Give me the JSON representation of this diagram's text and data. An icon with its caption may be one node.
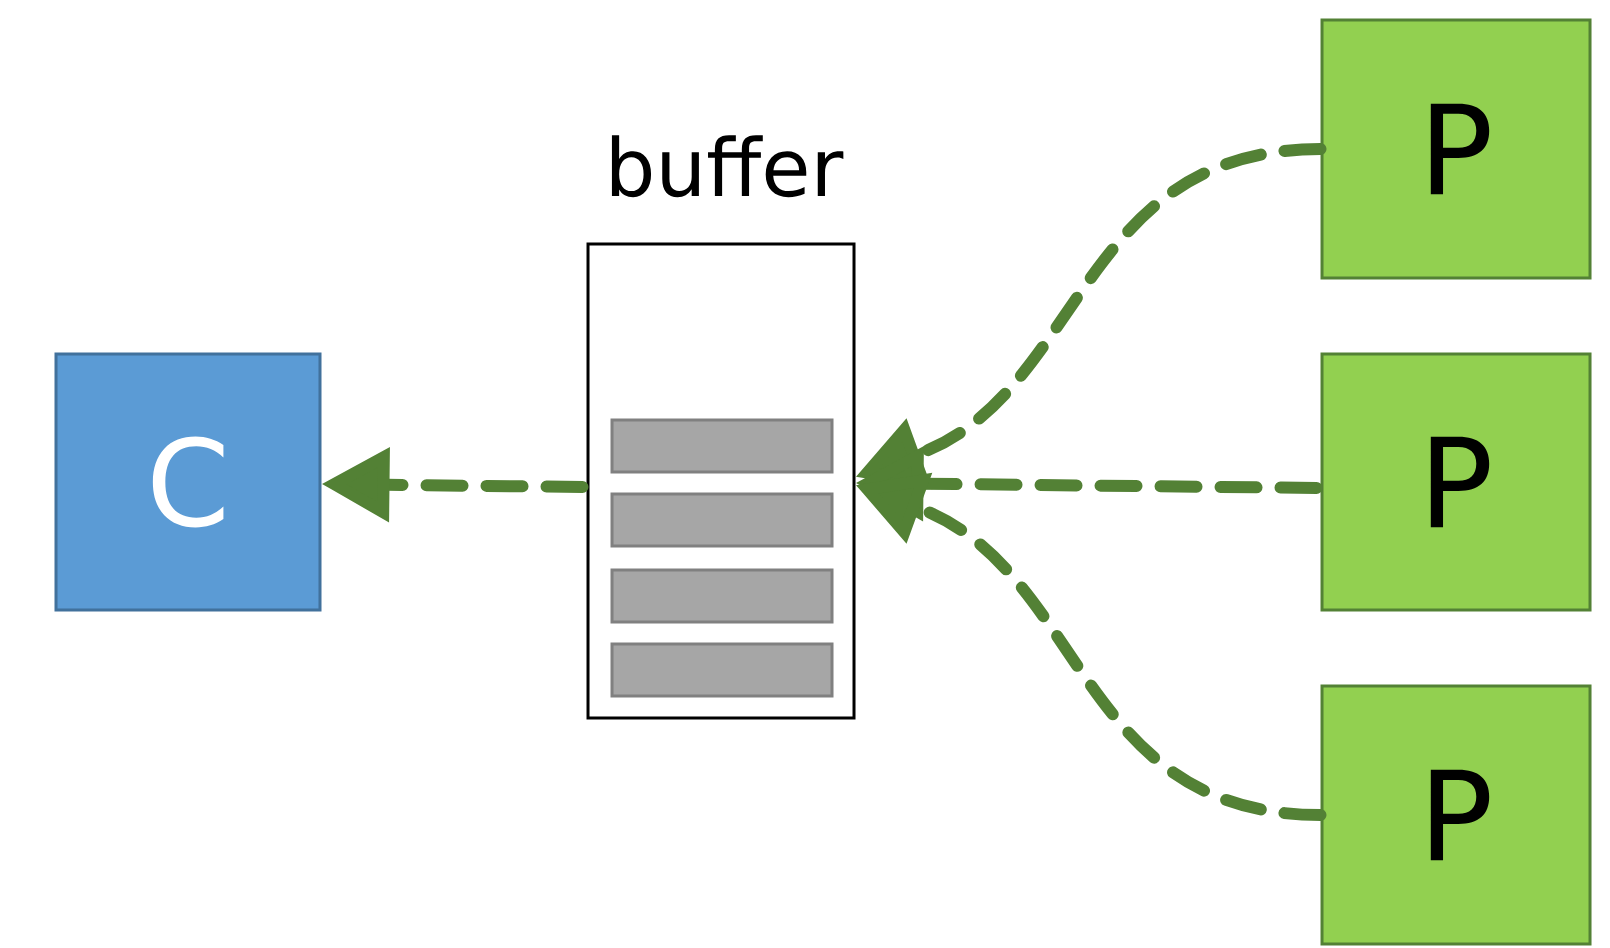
{
  "diagram": {
    "nodes": [
      {
        "text": [
          "C"
        ]
      },
      {
        "text": [
          "buffer"
        ]
      },
      {
        "text": [],
        "shape": "bar",
        "in": 1
      },
      {
        "text": [],
        "shape": "bar",
        "in": 1
      },
      {
        "text": [],
        "shape": "bar",
        "in": 1
      },
      {
        "text": [],
        "shape": "bar",
        "in": 1
      },
      {
        "text": [
          "P"
        ]
      },
      {
        "text": [
          "P"
        ]
      },
      {
        "text": [
          "P"
        ]
      }
    ],
    "edges": [
      {
        "from": 1,
        "to": 0,
        "arrow": "to",
        "style": "dashed"
      },
      {
        "from": 6,
        "to": 1,
        "arrow": "to",
        "style": "dashed"
      },
      {
        "from": 7,
        "to": 1,
        "arrow": "to",
        "style": "dashed"
      },
      {
        "from": 8,
        "to": 1,
        "arrow": "to",
        "style": "dashed"
      }
    ]
  }
}
